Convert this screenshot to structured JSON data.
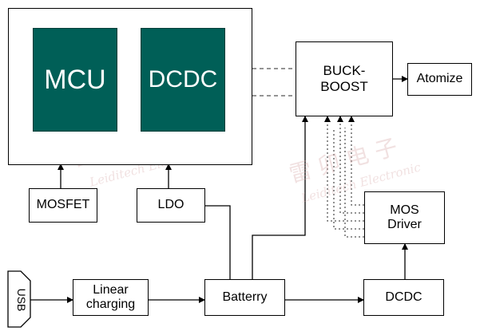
{
  "blocks": {
    "mcu": "MCU",
    "dcdc_top": "DCDC",
    "buck_boost_line1": "BUCK-",
    "buck_boost_line2": "BOOST",
    "atomize": "Atomize",
    "mosfet": "MOSFET",
    "ldo": "LDO",
    "mos_driver_line1": "MOS",
    "mos_driver_line2": "Driver",
    "usb": "USB",
    "linear_line1": "Linear",
    "linear_line2": "charging",
    "battery": "Batterry",
    "dcdc_bottom": "DCDC"
  },
  "watermark": {
    "chinese": "雷 卯 电 子",
    "english": "Leiditech Electronic"
  },
  "colors": {
    "chip_fill": "#005f57",
    "line": "#000000",
    "dashed": "#555555",
    "watermark": "#d7aaaa"
  }
}
